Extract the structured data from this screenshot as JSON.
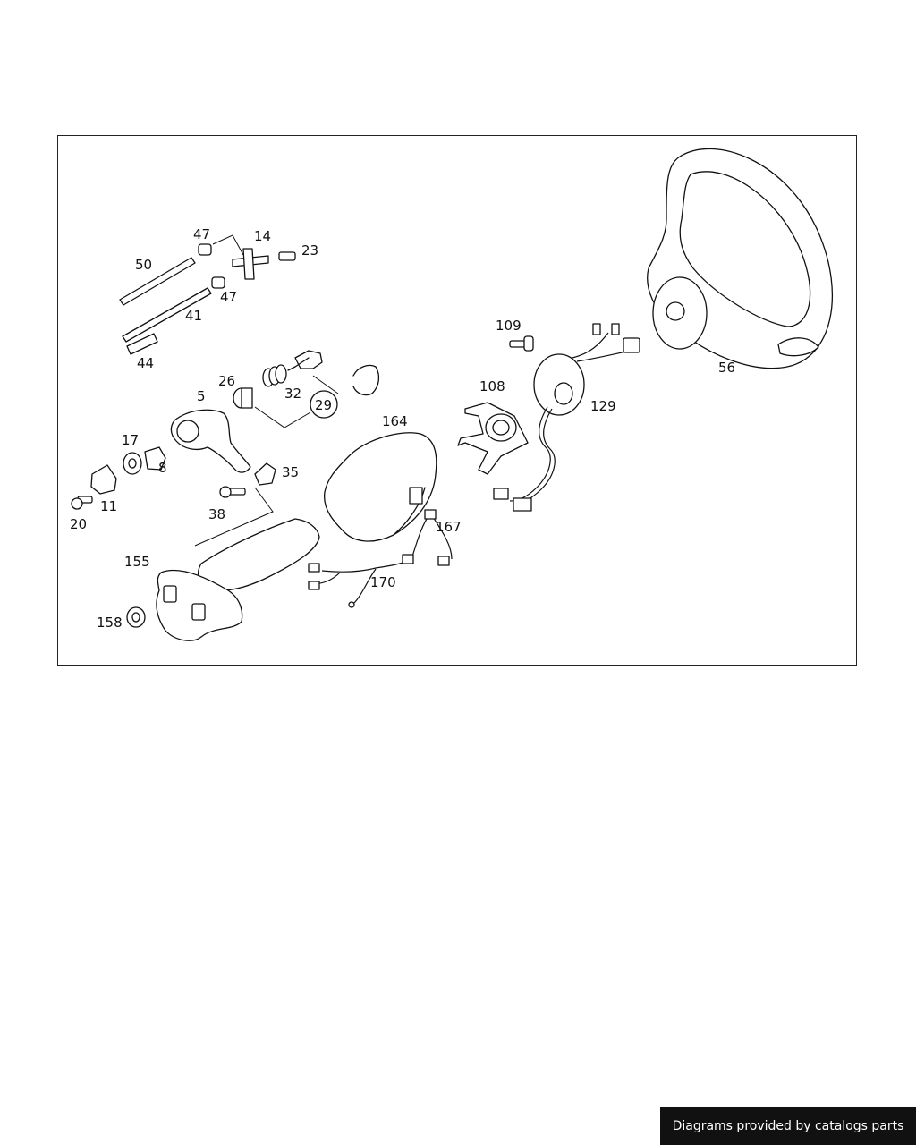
{
  "diagram": {
    "part_labels": {
      "p5": "5",
      "p8": "8",
      "p11": "11",
      "p14": "14",
      "p17": "17",
      "p20": "20",
      "p23": "23",
      "p26": "26",
      "p29": "29",
      "p32": "32",
      "p35": "35",
      "p38": "38",
      "p41": "41",
      "p44": "44",
      "p47a": "47",
      "p47b": "47",
      "p50": "50",
      "p56": "56",
      "p108": "108",
      "p109": "109",
      "p129": "129",
      "p155": "155",
      "p158": "158",
      "p164": "164",
      "p167": "167",
      "p170": "170"
    }
  },
  "footer": {
    "credit": "Diagrams provided by catalogs parts"
  }
}
